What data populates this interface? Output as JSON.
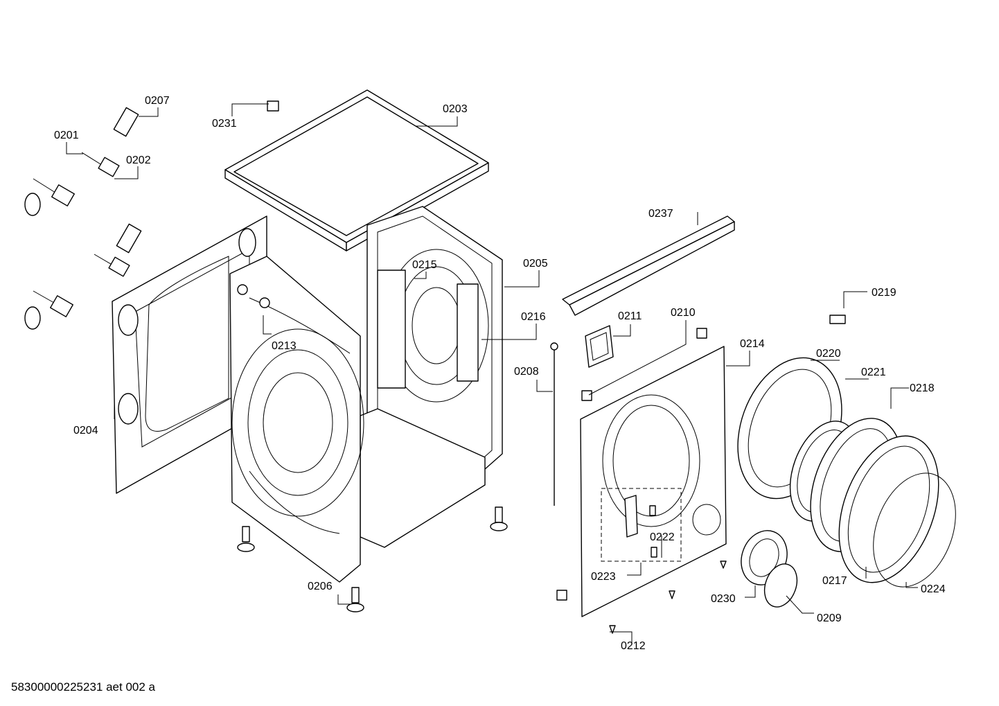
{
  "diagram": {
    "parts": [
      {
        "id": "p0201",
        "label": "0201"
      },
      {
        "id": "p0202",
        "label": "0202"
      },
      {
        "id": "p0203",
        "label": "0203"
      },
      {
        "id": "p0204",
        "label": "0204"
      },
      {
        "id": "p0205",
        "label": "0205"
      },
      {
        "id": "p0206",
        "label": "0206"
      },
      {
        "id": "p0207",
        "label": "0207"
      },
      {
        "id": "p0208",
        "label": "0208"
      },
      {
        "id": "p0209",
        "label": "0209"
      },
      {
        "id": "p0210",
        "label": "0210"
      },
      {
        "id": "p0211",
        "label": "0211"
      },
      {
        "id": "p0212",
        "label": "0212"
      },
      {
        "id": "p0213",
        "label": "0213"
      },
      {
        "id": "p0214",
        "label": "0214"
      },
      {
        "id": "p0215",
        "label": "0215"
      },
      {
        "id": "p0216",
        "label": "0216"
      },
      {
        "id": "p0217",
        "label": "0217"
      },
      {
        "id": "p0218",
        "label": "0218"
      },
      {
        "id": "p0219",
        "label": "0219"
      },
      {
        "id": "p0220",
        "label": "0220"
      },
      {
        "id": "p0221",
        "label": "0221"
      },
      {
        "id": "p0222",
        "label": "0222"
      },
      {
        "id": "p0223",
        "label": "0223"
      },
      {
        "id": "p0224",
        "label": "0224"
      },
      {
        "id": "p0230",
        "label": "0230"
      },
      {
        "id": "p0231",
        "label": "0231"
      },
      {
        "id": "p0237",
        "label": "0237"
      }
    ]
  },
  "footer": {
    "doc_id": "58300000225231 aet 002 a"
  }
}
